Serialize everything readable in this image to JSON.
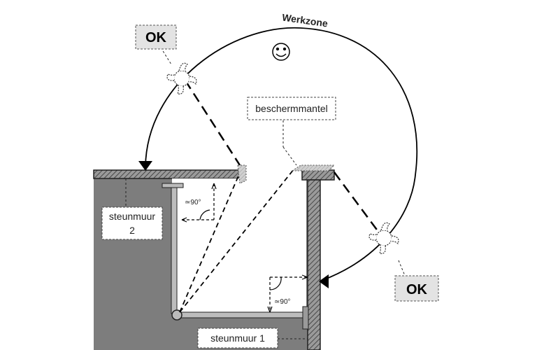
{
  "labels": {
    "werkzone": "Werkzone",
    "ok_left": "OK",
    "ok_right": "OK",
    "beschermmantel": "beschermmantel",
    "steunmuur2_line1": "steunmuur",
    "steunmuur2_line2": "2",
    "steunmuur1": "steunmuur 1",
    "angle_top": "≃90°",
    "angle_bottom": "≃90°"
  },
  "icons": {
    "smiley": "smiley-face-icon",
    "tool": "grinder-tool-icon"
  },
  "colors": {
    "wall_fill": "#7d7d7d",
    "hatch": "#333333",
    "ok_box": "#e3e3e3",
    "shield": "#cfcfcf"
  }
}
